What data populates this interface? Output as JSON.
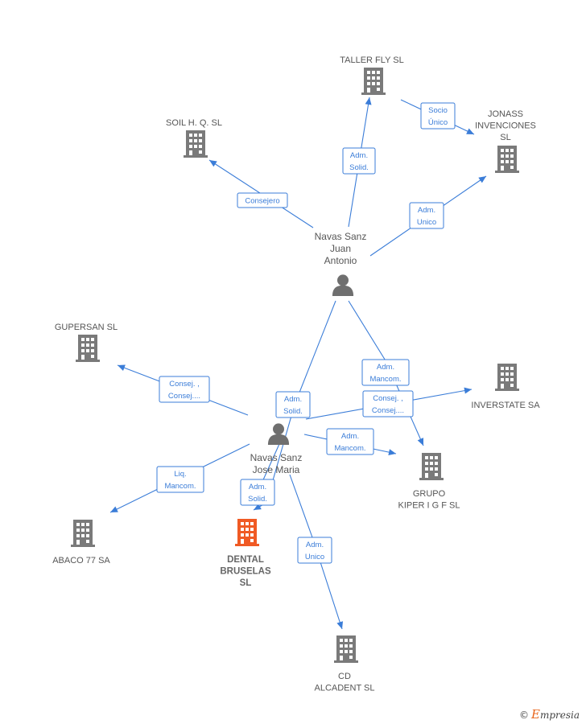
{
  "colors": {
    "edge": "#3b7dd8",
    "company": "#7a7a7a",
    "focus": "#f05a24",
    "person": "#6f6f6f"
  },
  "nodes": [
    {
      "id": "taller",
      "kind": "company",
      "icon": "building-icon",
      "lines": [
        "TALLER FLY  SL"
      ]
    },
    {
      "id": "jonass",
      "kind": "company",
      "icon": "building-icon",
      "lines": [
        "JONASS",
        "INVENCIONES",
        "SL"
      ]
    },
    {
      "id": "soil",
      "kind": "company",
      "icon": "building-icon",
      "lines": [
        "SOIL H.  Q.  SL"
      ]
    },
    {
      "id": "navasjuan",
      "kind": "person",
      "icon": "person-icon",
      "lines": [
        "Navas Sanz",
        "Juan",
        "Antonio"
      ]
    },
    {
      "id": "gupersan",
      "kind": "company",
      "icon": "building-icon",
      "lines": [
        "GUPERSAN SL"
      ]
    },
    {
      "id": "inverstate",
      "kind": "company",
      "icon": "building-icon",
      "lines": [
        "INVERSTATE SA"
      ]
    },
    {
      "id": "navasjose",
      "kind": "person",
      "icon": "person-icon",
      "lines": [
        "Navas Sanz",
        "Jose Maria"
      ]
    },
    {
      "id": "grupo",
      "kind": "company",
      "icon": "building-icon",
      "lines": [
        "GRUPO",
        "KIPER I G F  SL"
      ]
    },
    {
      "id": "abaco",
      "kind": "company",
      "icon": "building-icon",
      "lines": [
        "ABACO 77 SA"
      ]
    },
    {
      "id": "dental",
      "kind": "focus",
      "icon": "building-icon",
      "lines": [
        "DENTAL",
        "BRUSELAS",
        "SL"
      ]
    },
    {
      "id": "cd",
      "kind": "company",
      "icon": "building-icon",
      "lines": [
        "CD",
        "ALCADENT  SL"
      ]
    }
  ],
  "edges": [
    {
      "from": "navasjuan",
      "to": "taller",
      "label": [
        "Adm.",
        "Solid."
      ]
    },
    {
      "from": "taller",
      "to": "jonass",
      "label": [
        "Socio",
        "Único"
      ]
    },
    {
      "from": "navasjuan",
      "to": "soil",
      "label": [
        "Consejero"
      ]
    },
    {
      "from": "navasjuan",
      "to": "jonass",
      "label": [
        "Adm.",
        "Unico"
      ]
    },
    {
      "from": "navasjuan",
      "to": "grupo",
      "label": [
        "Adm.",
        "Mancom."
      ]
    },
    {
      "from": "navasjuan",
      "to": "dental",
      "label": [
        "Adm.",
        "Solid."
      ]
    },
    {
      "from": "navasjose",
      "to": "gupersan",
      "label": [
        "Consej. ,",
        "Consej...."
      ]
    },
    {
      "from": "navasjose",
      "to": "inverstate",
      "label": [
        "Consej. ,",
        "Consej...."
      ]
    },
    {
      "from": "navasjose",
      "to": "grupo",
      "label": [
        "Adm.",
        "Mancom."
      ]
    },
    {
      "from": "navasjose",
      "to": "abaco",
      "label": [
        "Liq.",
        "Mancom."
      ]
    },
    {
      "from": "navasjose",
      "to": "dental",
      "label": [
        "Adm.",
        "Solid."
      ]
    },
    {
      "from": "navasjose",
      "to": "cd",
      "label": [
        "Adm.",
        "Unico"
      ]
    }
  ],
  "watermark": {
    "copyright": "©",
    "brand_initial": "E",
    "brand_rest": "mpresia"
  }
}
